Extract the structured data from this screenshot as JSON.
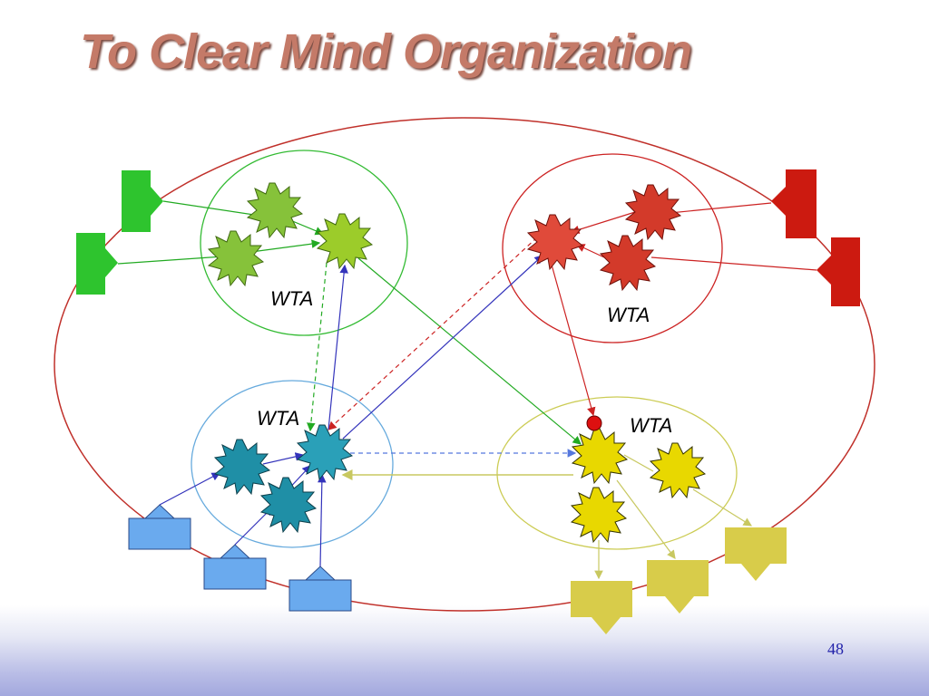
{
  "slide": {
    "title": "To Clear Mind Organization",
    "page_number": "48"
  },
  "groups": [
    {
      "id": "green",
      "label": "WTA",
      "color": "#7fbf2a"
    },
    {
      "id": "red",
      "label": "WTA",
      "color": "#d42a2a"
    },
    {
      "id": "cyan",
      "label": "WTA",
      "color": "#1f8fa6"
    },
    {
      "id": "yellow",
      "label": "WTA",
      "color": "#e8d800"
    }
  ],
  "colors": {
    "outer_ellipse": "#c0302a",
    "green_link": "#22aa22",
    "red_link": "#cc2222",
    "blue_link": "#3333bb",
    "yellow_link": "#c8c860",
    "blue_input": "#6aaaee",
    "yellow_output": "#d8cc4a"
  }
}
